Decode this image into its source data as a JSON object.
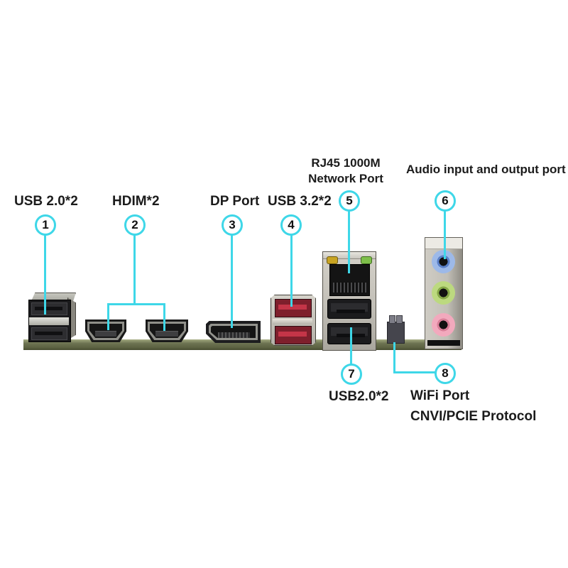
{
  "title": "Motherboard rear IO ports diagram",
  "colors": {
    "accent": "#3ed7e8",
    "pcb": "#6b7150",
    "usbred": "#c43548",
    "usbred-dark": "#7e1f2c",
    "jack-blue": "#9db9e8",
    "jack-green": "#bcd97f",
    "jack-pink": "#f2a9bd",
    "led-yellow": "#c8a422",
    "led-green": "#7ebf4a"
  },
  "labels": {
    "port1": "USB 2.0*2",
    "port2": "HDIM*2",
    "port3": "DP Port",
    "port4": "USB 3.2*2",
    "port5_line1": "RJ45 1000M",
    "port5_line2": "Network Port",
    "port6": "Audio input and output port",
    "port7": "USB2.0*2",
    "port8_line1": "WiFi Port",
    "port8_line2": "CNVI/PCIE Protocol"
  },
  "callouts": [
    "1",
    "2",
    "3",
    "4",
    "5",
    "6",
    "7",
    "8"
  ],
  "ports": [
    {
      "id": 1,
      "name": "usb-2.0-dual-port"
    },
    {
      "id": 2,
      "name": "hdmi-ports-x2"
    },
    {
      "id": 3,
      "name": "displayport"
    },
    {
      "id": 4,
      "name": "usb-3.2-dual-port"
    },
    {
      "id": 5,
      "name": "rj45-network-port"
    },
    {
      "id": 6,
      "name": "audio-jacks-blue-green-pink"
    },
    {
      "id": 7,
      "name": "usb-2.0-dual-port-lower"
    },
    {
      "id": 8,
      "name": "wifi-antenna-port"
    }
  ]
}
